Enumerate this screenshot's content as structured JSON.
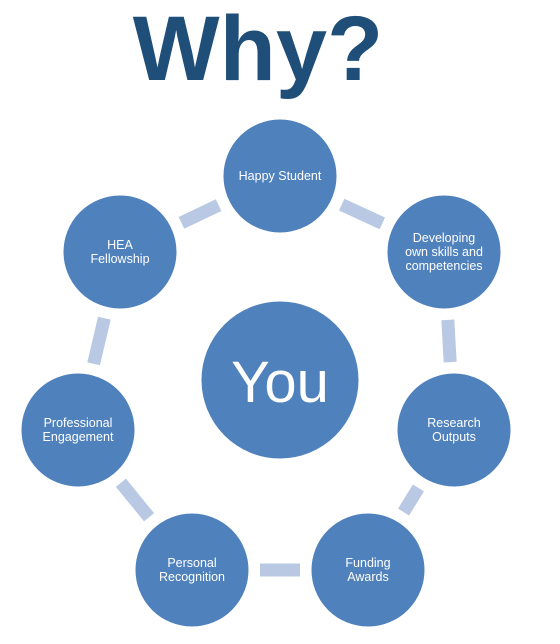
{
  "title": "Why?",
  "center": {
    "label": "You"
  },
  "nodes": [
    {
      "lines": [
        "Happy Student"
      ]
    },
    {
      "lines": [
        "Developing",
        "own skills and",
        "competencies"
      ]
    },
    {
      "lines": [
        "Research",
        "Outputs"
      ]
    },
    {
      "lines": [
        "Funding",
        "Awards"
      ]
    },
    {
      "lines": [
        "Personal",
        "Recognition"
      ]
    },
    {
      "lines": [
        "Professional",
        "Engagement"
      ]
    },
    {
      "lines": [
        "HEA",
        "Fellowship"
      ]
    }
  ],
  "colors": {
    "title": "#1f4e79",
    "node_fill": "#4f81bd",
    "node_stroke": "#ffffff",
    "connector": "#b9c9e3",
    "text": "#ffffff"
  }
}
